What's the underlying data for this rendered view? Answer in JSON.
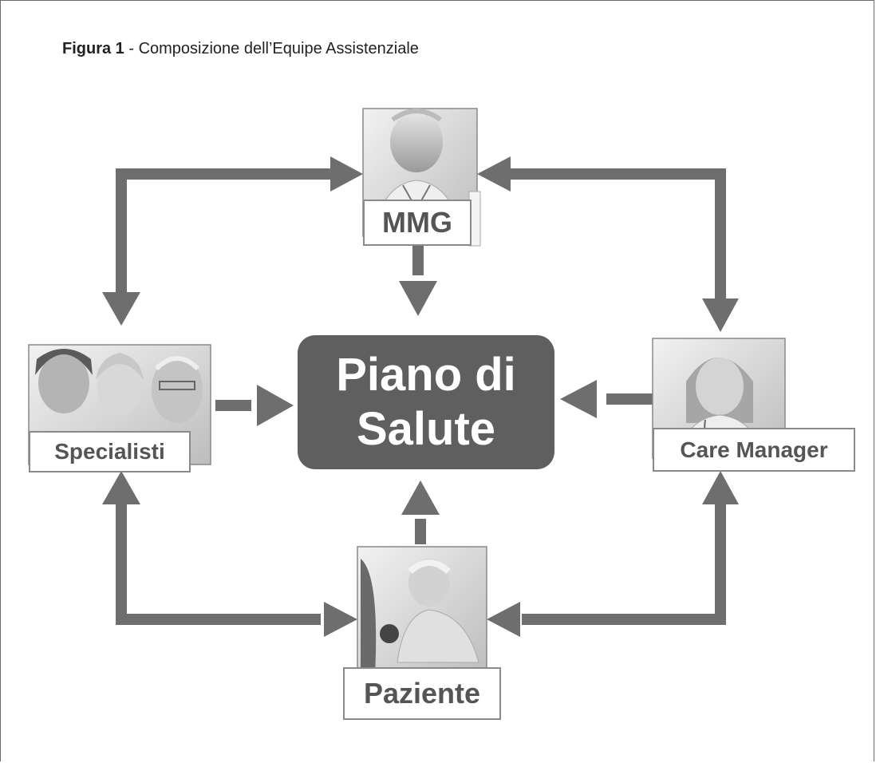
{
  "figure": {
    "caption_label": "Figura 1",
    "caption_text": " - Composizione dell’Equipe Assistenziale"
  },
  "nodes": {
    "center": {
      "line1": "Piano di",
      "line2": "Salute"
    },
    "top": {
      "label": "MMG",
      "photo": "doctor-photo"
    },
    "left": {
      "label": "Specialisti",
      "photo": "specialists-photo"
    },
    "right": {
      "label": "Care Manager",
      "photo": "nurse-photo"
    },
    "bottom": {
      "label": "Paziente",
      "photo": "patient-photo"
    }
  },
  "colors": {
    "arrow": "#6e6e6e",
    "center_box": "#5f5f5f",
    "label_text": "#555555"
  }
}
